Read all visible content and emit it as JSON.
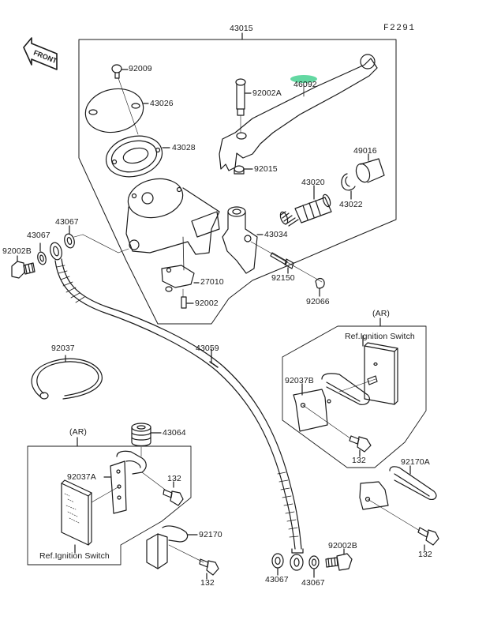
{
  "diagram": {
    "title": "Front Master Cylinder",
    "figure_code": "F2291",
    "front_arrow_text": "FRONT",
    "highlight_color": "#63d8a2",
    "assembly_label": "43015",
    "parts": {
      "p92009": "92009",
      "p43026": "43026",
      "p43028": "43028",
      "p92002A": "92002A",
      "p46092": "46092",
      "p92015": "92015",
      "p49016": "49016",
      "p43020": "43020",
      "p43022": "43022",
      "p43034": "43034",
      "p43067_a": "43067",
      "p43067_b": "43067",
      "p92002B_a": "92002B",
      "p92150": "92150",
      "p27010": "27010",
      "p92066": "92066",
      "p92002": "92002",
      "p92037": "92037",
      "p43059": "43059",
      "p92037B": "92037B",
      "p132_a": "132",
      "p92170A": "92170A",
      "p132_b": "132",
      "p43064": "43064",
      "p92037A": "92037A",
      "p132_c": "132",
      "p92170": "92170",
      "p132_d": "132",
      "p43067_c": "43067",
      "p43067_d": "43067",
      "p92002B_b": "92002B"
    },
    "notes": {
      "ar_right": "(AR)",
      "ar_left": "(AR)",
      "ref_ignition_right": "Ref.Ignition Switch",
      "ref_ignition_left": "Ref.Ignition Switch"
    }
  }
}
